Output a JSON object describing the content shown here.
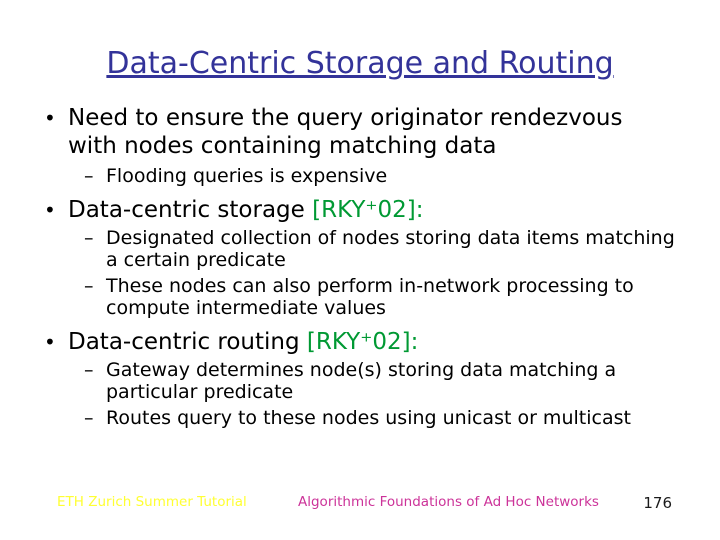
{
  "slide": {
    "title": "Data-Centric Storage and Routing",
    "bullet_char": "•",
    "dash_char": "–",
    "bullets": [
      {
        "text": "Need to ensure the query originator rendezvous with nodes containing matching data",
        "citation": "",
        "subs": [
          "Flooding queries is expensive"
        ]
      },
      {
        "text": "Data-centric storage",
        "citation": "[RKY⁺02]:",
        "subs": [
          "Designated collection of nodes storing data items matching a certain predicate",
          "These nodes can also perform in-network processing to compute intermediate values"
        ]
      },
      {
        "text": "Data-centric routing",
        "citation": "[RKY⁺02]:",
        "subs": [
          "Gateway determines node(s) storing data matching a particular predicate",
          "Routes query to these nodes using unicast or multicast"
        ]
      }
    ],
    "footer": {
      "left": "ETH Zurich Summer Tutorial",
      "center": "Algorithmic Foundations of Ad Hoc Networks",
      "page": "176"
    }
  },
  "colors": {
    "title": "#333399",
    "body": "#000000",
    "citation": "#009933",
    "footer-left": "#ffff33",
    "footer-center": "#cc3399",
    "page": "#1a1a1a"
  }
}
